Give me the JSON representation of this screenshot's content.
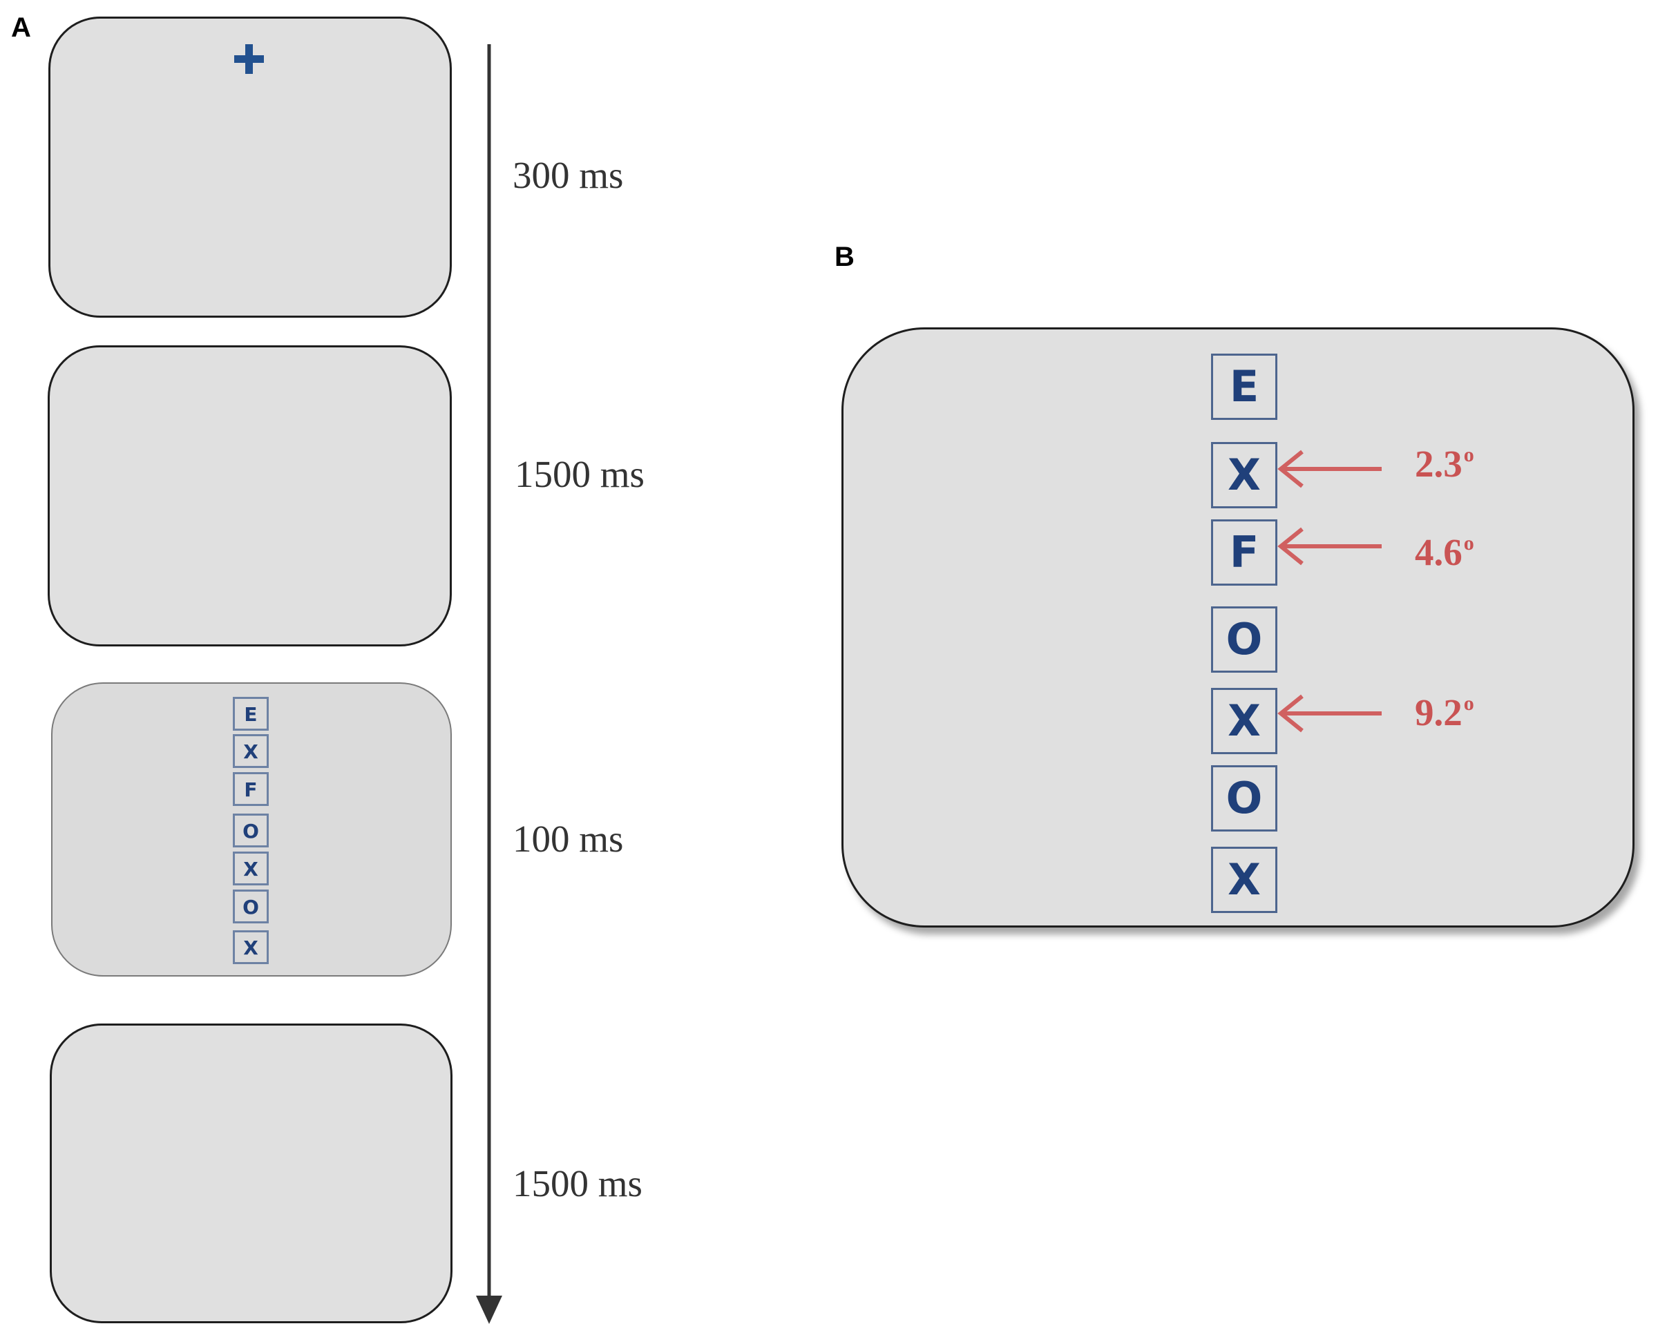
{
  "panels": {
    "a_label": "A",
    "b_label": "B"
  },
  "timeline": [
    {
      "screen": "fixation",
      "duration": "300 ms"
    },
    {
      "screen": "blank",
      "duration": "1500 ms"
    },
    {
      "screen": "stimulus",
      "duration": "100 ms"
    },
    {
      "screen": "blank",
      "duration": "1500 ms"
    }
  ],
  "stimulus_letters": [
    "E",
    "X",
    "F",
    "O",
    "X",
    "O",
    "X"
  ],
  "eccentricities": [
    {
      "letter_index": 1,
      "value": "2.3",
      "unit": "o"
    },
    {
      "letter_index": 2,
      "value": "4.6",
      "unit": "o"
    },
    {
      "letter_index": 4,
      "value": "9.2",
      "unit": "o"
    }
  ],
  "icons": {
    "fixation": "plus-icon",
    "time_axis": "down-arrow-icon",
    "pointer": "left-arrow-icon"
  },
  "colors": {
    "fixation": "#22518f",
    "letters": "#20407a",
    "arrows": "#d06060",
    "screen_bg": "#e0e0e0"
  }
}
